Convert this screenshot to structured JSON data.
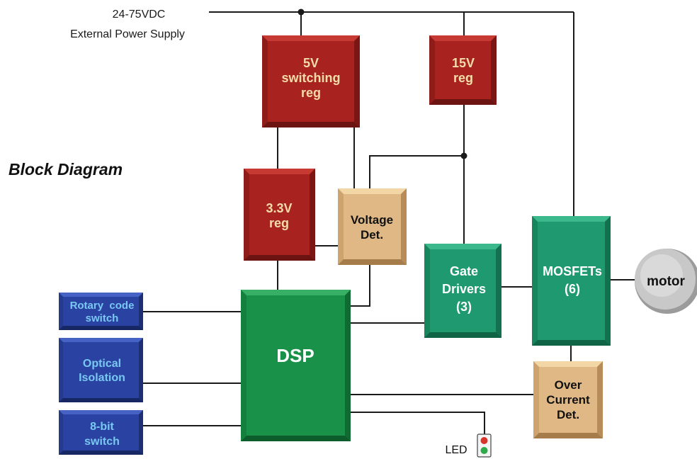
{
  "title": "Block Diagram",
  "power": {
    "line1": "24-75VDC",
    "line2": "External Power Supply"
  },
  "blocks": {
    "reg5v": [
      "5V",
      "switching",
      "reg"
    ],
    "reg15v": [
      "15V",
      "reg"
    ],
    "reg33v": [
      "3.3V",
      "reg"
    ],
    "vdet": [
      "Voltage",
      "Det."
    ],
    "gate": [
      "Gate",
      "Drivers",
      "(3)"
    ],
    "mosfets": [
      "MOSFETs",
      "(6)"
    ],
    "motor": [
      "motor"
    ],
    "dsp": [
      "DSP"
    ],
    "rotary": [
      "Rotary  code",
      "switch"
    ],
    "optical": [
      "Optical",
      "Isolation"
    ],
    "bit8": [
      "8-bit",
      "switch"
    ],
    "overcur": [
      "Over",
      "Current",
      "Det."
    ]
  },
  "led": {
    "label": "LED"
  },
  "colors": {
    "red": "#a8231f",
    "red_text": "#f4dcaa",
    "green": "#1f9a70",
    "green_dsp": "#1a9148",
    "tan": "#dfb886",
    "blue": "#2a43a2",
    "blue_text": "#79c8f2",
    "motor": "#c8c8c8",
    "wire": "#1a1a1a"
  }
}
